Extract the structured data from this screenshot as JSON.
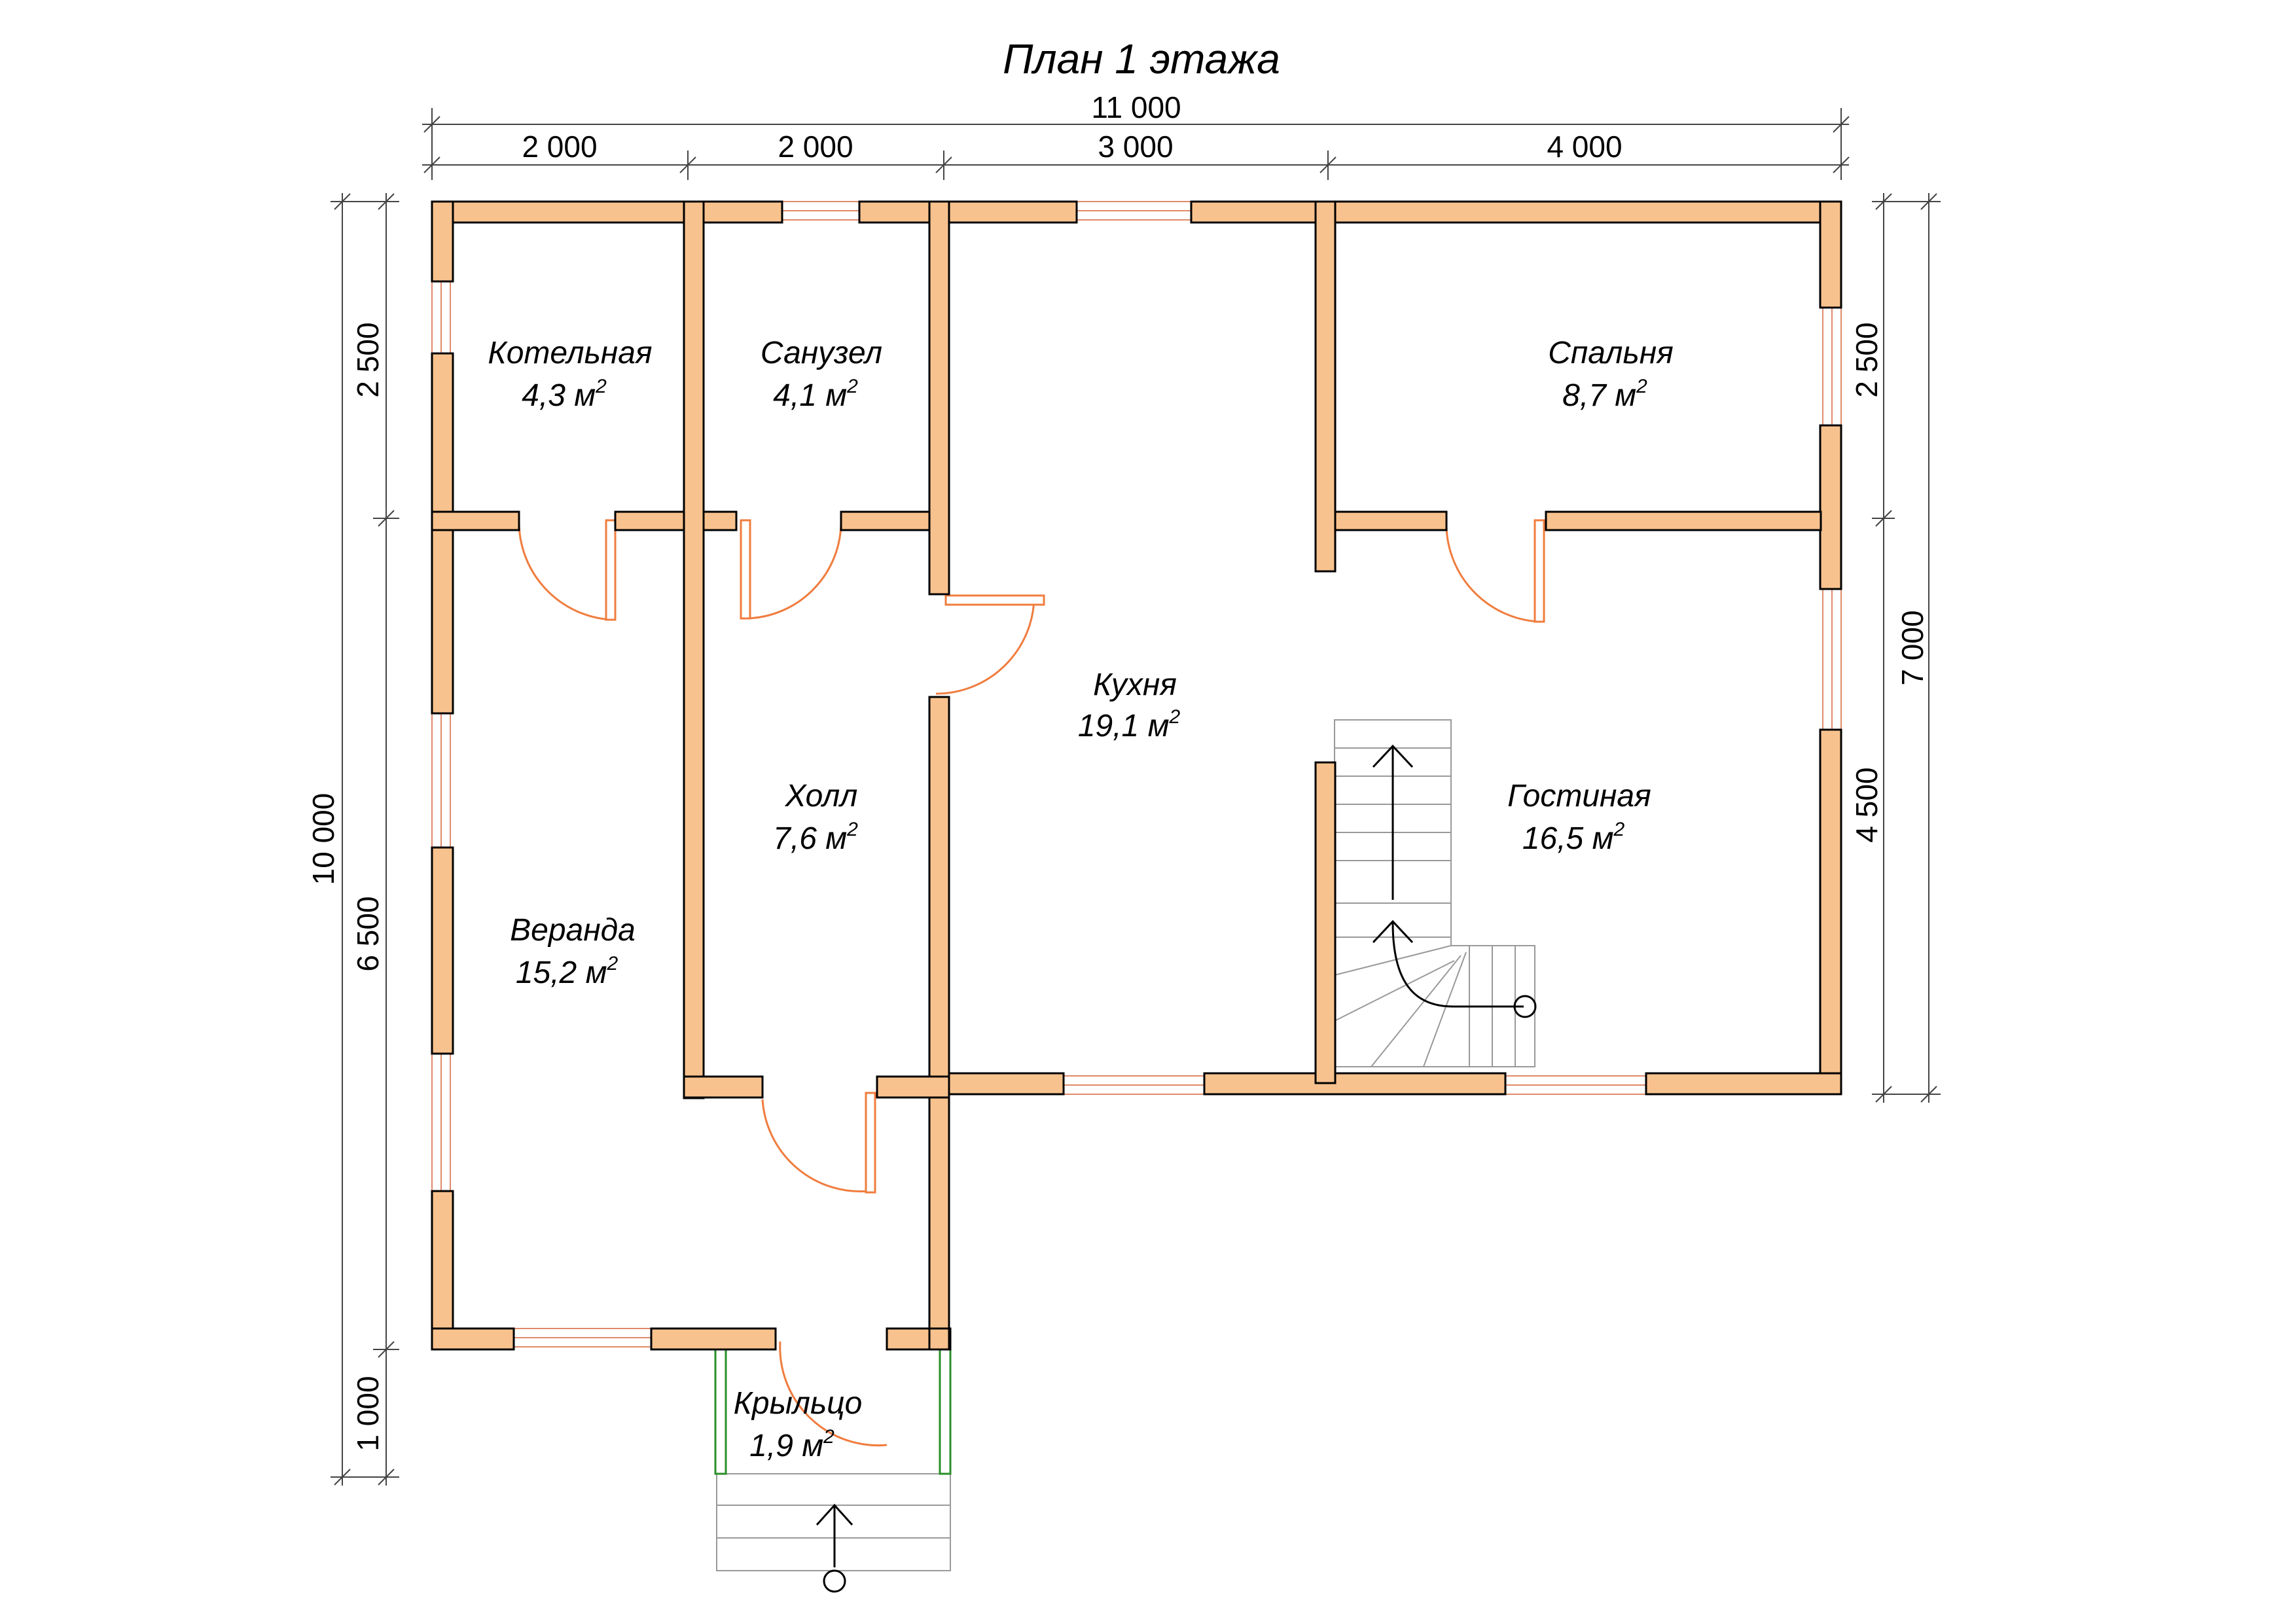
{
  "title": "План 1 этажа",
  "colors": {
    "wall": "#F8C28E",
    "door": "#F07C3E",
    "window": "#E08A6A",
    "porch_glass": "#2A8F2A"
  },
  "dimensions": {
    "top_total": "11 000",
    "top_segments": [
      "2 000",
      "2 000",
      "3 000",
      "4 000"
    ],
    "left_total": "10 000",
    "left_segments": [
      "2 500",
      "6 500",
      "1 000"
    ],
    "right_total": "7 000",
    "right_segments": [
      "2 500",
      "4 500"
    ]
  },
  "rooms": {
    "kotelnaya": {
      "name": "Котельная",
      "area": "4,3 м",
      "sup": "2"
    },
    "sanuzel": {
      "name": "Санузел",
      "area": "4,1 м",
      "sup": "2"
    },
    "spalnya": {
      "name": "Спальня",
      "area": "8,7 м",
      "sup": "2"
    },
    "kukhnya": {
      "name": "Кухня",
      "area": "19,1 м",
      "sup": "2"
    },
    "holl": {
      "name": "Холл",
      "area": "7,6 м",
      "sup": "2"
    },
    "gostinaya": {
      "name": "Гостиная",
      "area": "16,5 м",
      "sup": "2"
    },
    "veranda": {
      "name": "Веранда",
      "area": "15,2 м",
      "sup": "2"
    },
    "krylco": {
      "name": "Крыльцо",
      "area": "1,9 м",
      "sup": "2"
    }
  }
}
